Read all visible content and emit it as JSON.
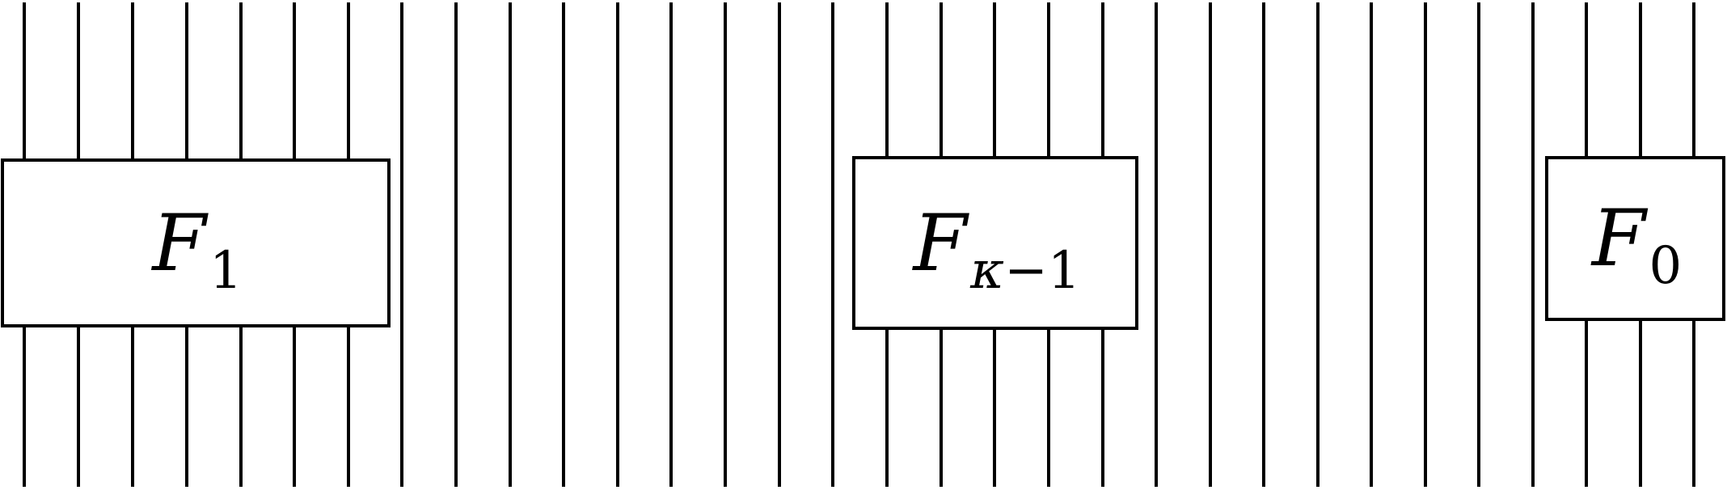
{
  "boxes": [
    {
      "id": "F1",
      "main": "F",
      "subscript": "1"
    },
    {
      "id": "Fkappa",
      "main": "F",
      "subscript_symbol": "κ",
      "subscript_rest": "−1"
    },
    {
      "id": "F0",
      "main": "F",
      "subscript": "0"
    }
  ]
}
